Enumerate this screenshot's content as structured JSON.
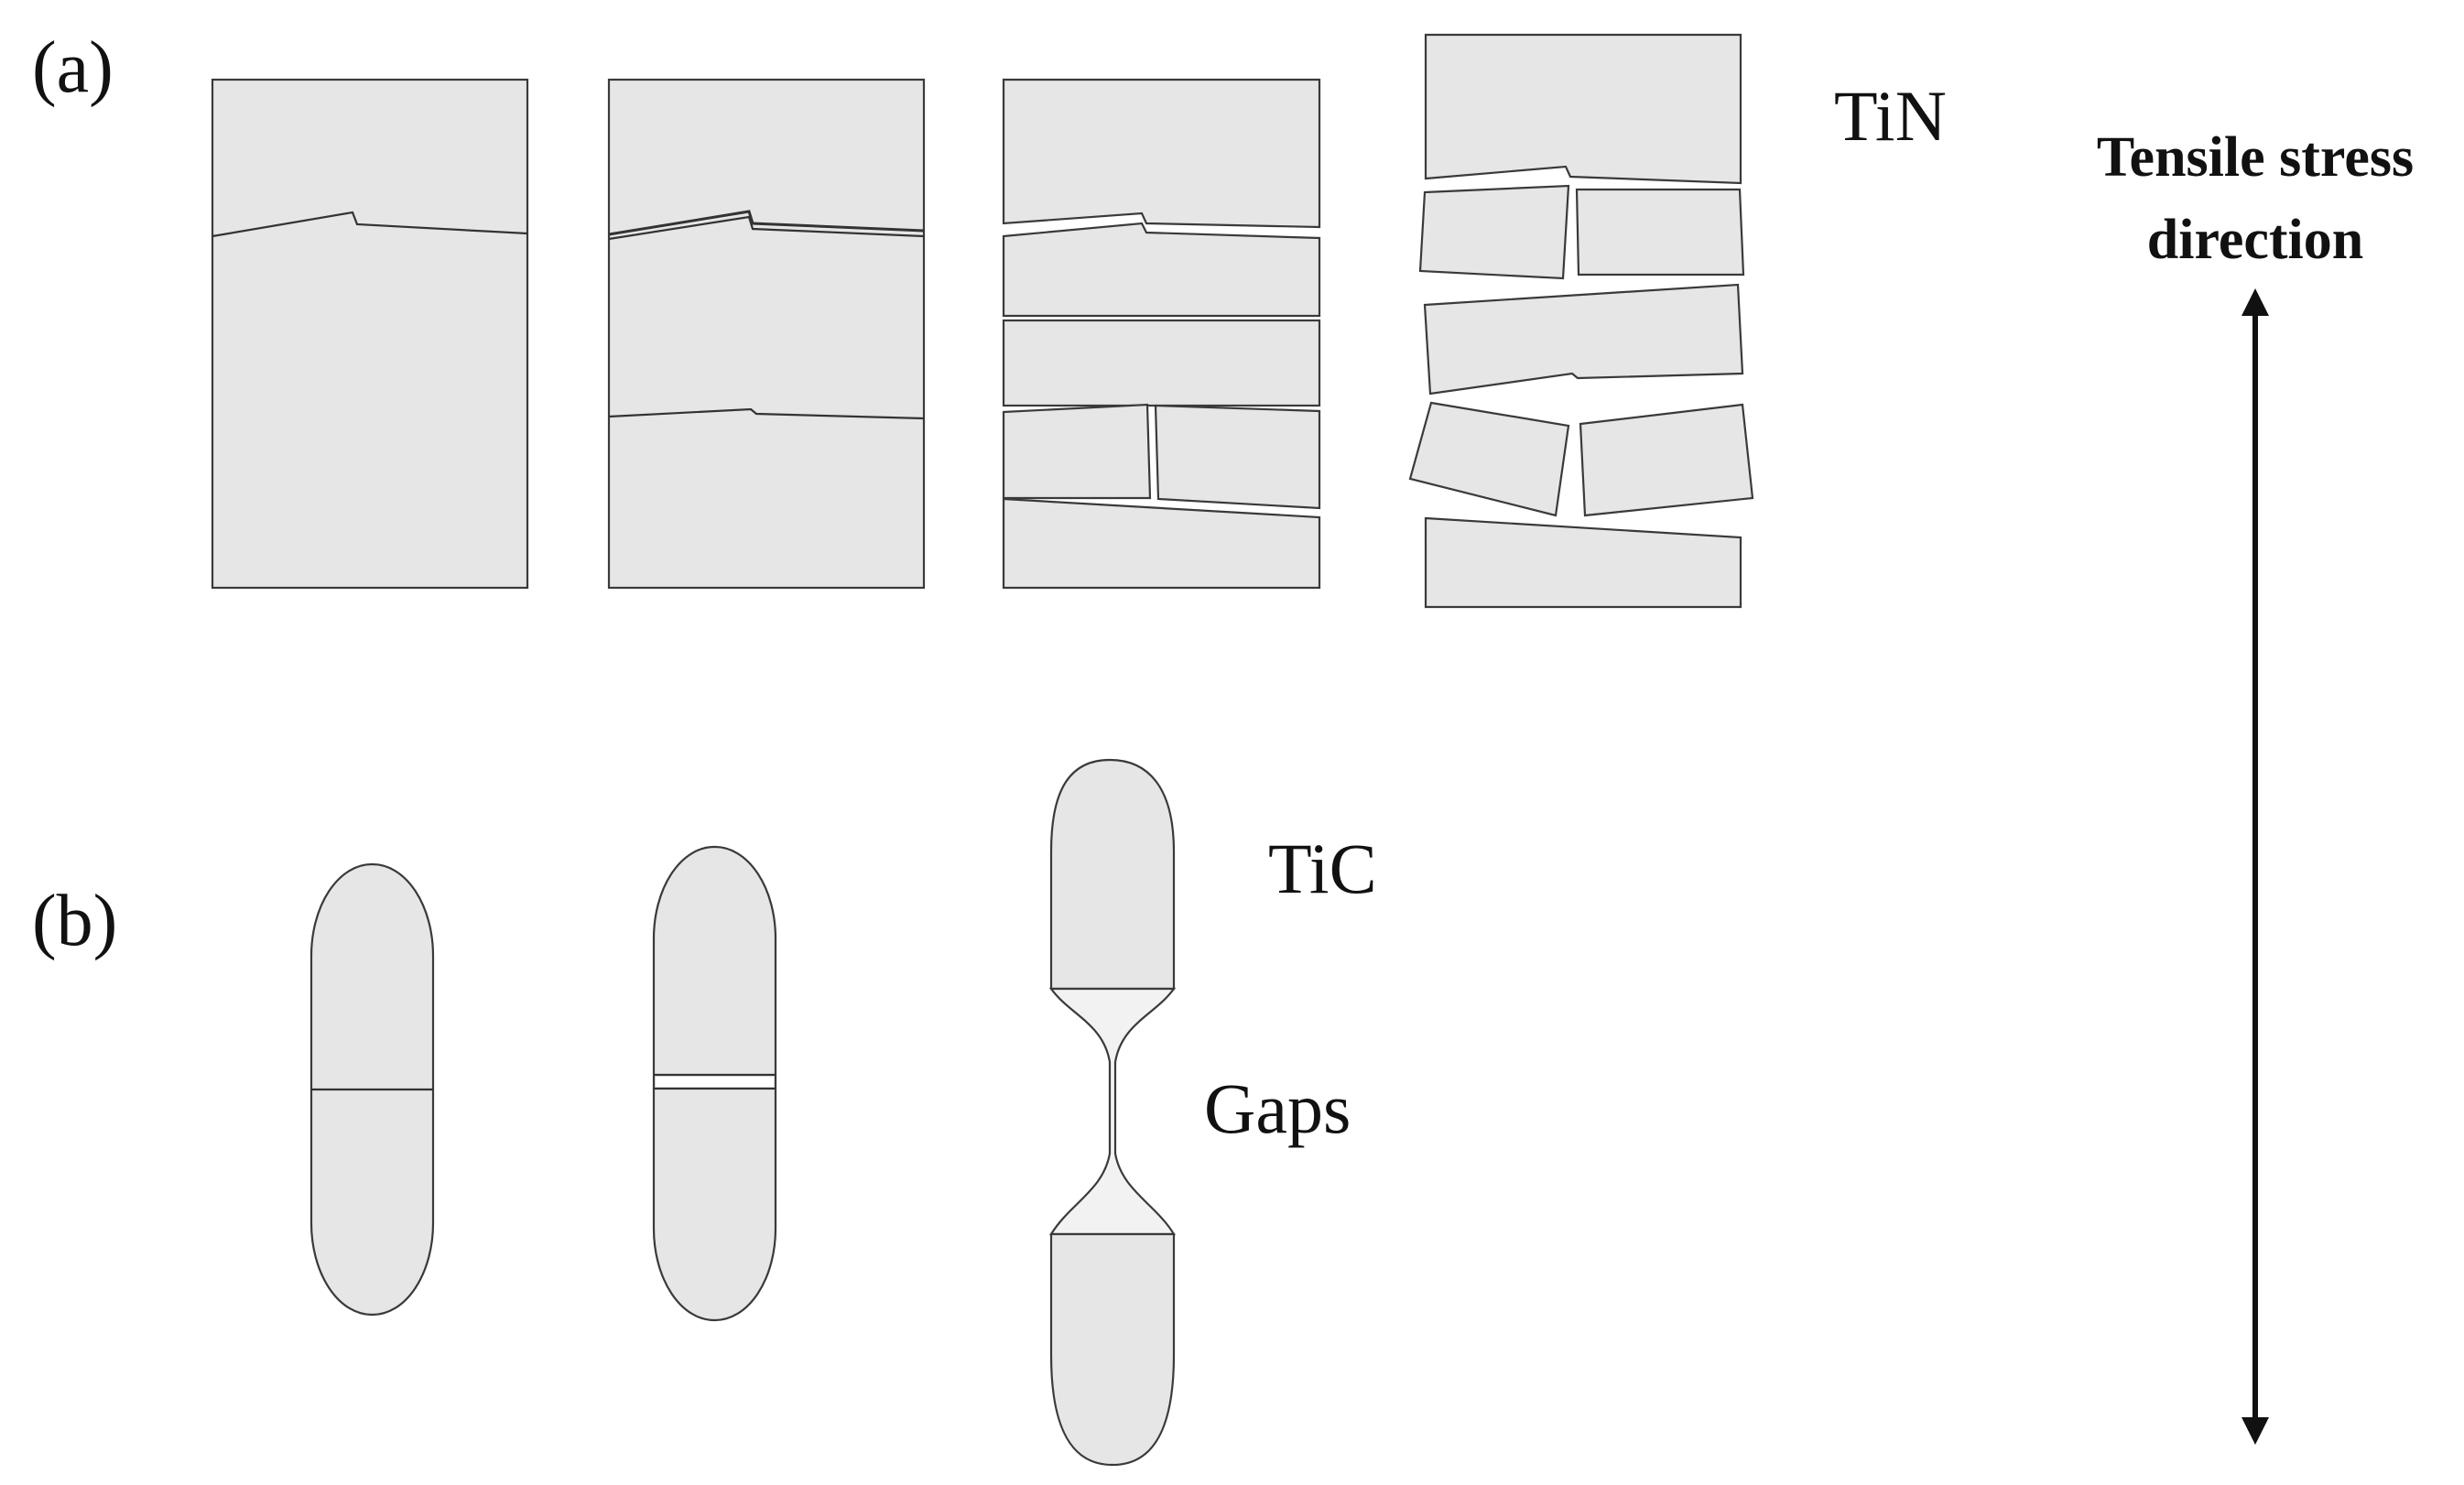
{
  "labels": {
    "panel_a": "(a)",
    "panel_b": "(b)",
    "tin": "TiN",
    "tic": "TiC",
    "gaps": "Gaps",
    "stress_line1": "Tensile stress",
    "stress_line2": "direction"
  },
  "colors": {
    "particle_fill": "#e6e6e6",
    "outline": "#3a3a3a",
    "text": "#111111"
  }
}
